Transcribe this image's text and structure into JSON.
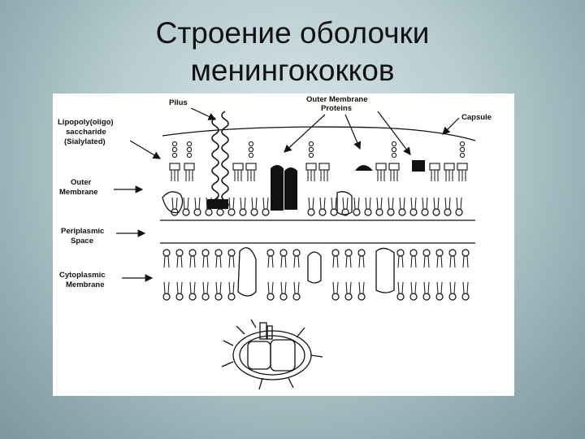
{
  "slide": {
    "title_line1": "Строение оболочки",
    "title_line2": "менингококков"
  },
  "diagram": {
    "labels": {
      "pilus": "Pilus",
      "outer_membrane_proteins_1": "Outer Membrane",
      "outer_membrane_proteins_2": "Proteins",
      "capsule": "Capsule",
      "lps_1": "Lipopoly(oligo)",
      "lps_2": "saccharide",
      "lps_3": "(Sialylated)",
      "outer_membrane_1": "Outer",
      "outer_membrane_2": "Membrane",
      "periplasmic_1": "Periplasmic",
      "periplasmic_2": "Space",
      "cytoplasmic_1": "Cytoplasmic",
      "cytoplasmic_2": "Membrane"
    },
    "colors": {
      "ink": "#111111",
      "paper": "#ffffff"
    }
  }
}
